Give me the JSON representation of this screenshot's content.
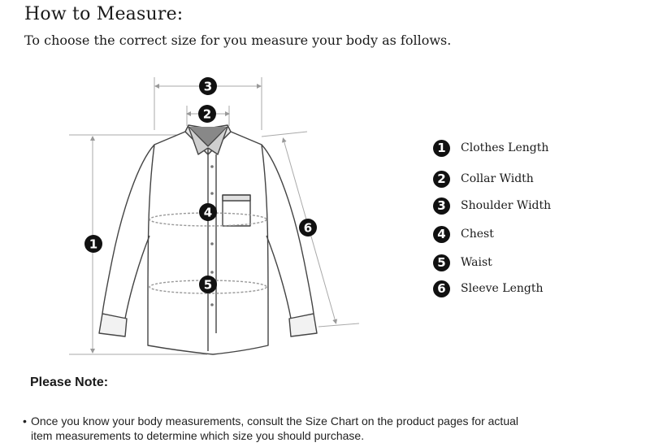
{
  "header": {
    "title": "How to Measure:",
    "subtitle": "To choose the correct size for you measure your body as follows."
  },
  "figure": {
    "markers": [
      "1",
      "2",
      "3",
      "4",
      "5",
      "6"
    ],
    "icon": "shirt-outline-icon"
  },
  "legend": [
    {
      "number": "1",
      "label": "Clothes Length"
    },
    {
      "number": "2",
      "label": "Collar Width"
    },
    {
      "number": "3",
      "label": "Shoulder Width"
    },
    {
      "number": "4",
      "label": "Chest"
    },
    {
      "number": "5",
      "label": "Waist"
    },
    {
      "number": "6",
      "label": "Sleeve Length"
    }
  ],
  "note": {
    "title": "Please Note:",
    "bullet": "•",
    "text": "Once you know your body measurements, consult the Size Chart on the product pages for actual item measurements to determine which size you should purchase."
  }
}
